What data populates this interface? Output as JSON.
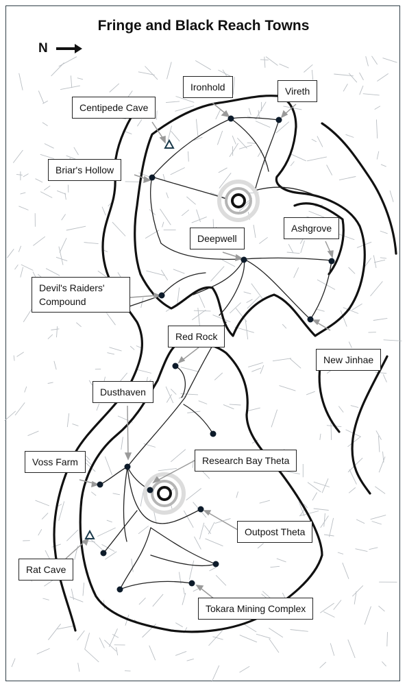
{
  "title": "Fringe and Black Reach Towns",
  "compass": {
    "letter": "N",
    "icon": "arrow-right-icon"
  },
  "labels": {
    "ironhold": "Ironhold",
    "vireth": "Vireth",
    "centipede_cave": "Centipede Cave",
    "briars_hollow": "Briar's Hollow",
    "deepwell": "Deepwell",
    "ashgrove": "Ashgrove",
    "devils_raiders": "Devil's Raiders' Compound",
    "red_rock": "Red Rock",
    "new_jinhae": "New Jinhae",
    "dusthaven": "Dusthaven",
    "voss_farm": "Voss Farm",
    "research_bay": "Research Bay Theta",
    "outpost_theta": "Outpost Theta",
    "rat_cave": "Rat Cave",
    "tokara": "Tokara Mining Complex"
  },
  "colors": {
    "ink": "#111111",
    "frame": "#2f3e46",
    "town": "#0d1b2a",
    "cave": "#1b3a4b",
    "arrow": "#9a9a9a"
  }
}
